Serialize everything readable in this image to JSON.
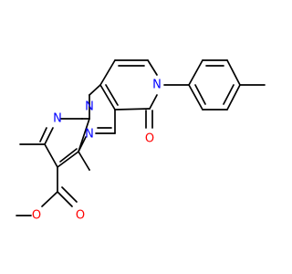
{
  "colors": {
    "bond": "#000000",
    "nitrogen": "#0000ff",
    "oxygen": "#ff0000",
    "background": "#ffffff"
  },
  "atoms": {
    "n_pyrazole_2": "N",
    "n_pyrazole_1": "N",
    "n_pyrimidine": "N",
    "n_pyridinone": "N",
    "o_carbonyl": "O",
    "o_ester_carbonyl": "O",
    "o_ester": "O"
  }
}
